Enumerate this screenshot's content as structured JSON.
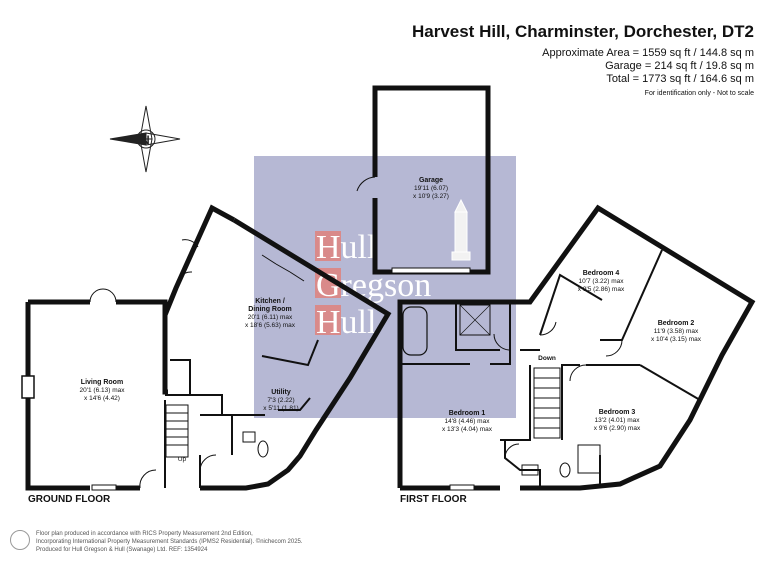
{
  "header": {
    "title": "Harvest Hill, Charminster, Dorchester, DT2",
    "area_lines": [
      "Approximate Area = 1559 sq ft / 144.8 sq m",
      "Garage = 214 sq ft / 19.8 sq m",
      "Total = 1773 sq ft / 164.6 sq m"
    ],
    "note": "For identification only - Not to scale"
  },
  "compass": {
    "letter": "N"
  },
  "watermark": {
    "brand": "Hull Gregson Hull",
    "color": "#9ea0c4"
  },
  "floors": {
    "ground": "GROUND FLOOR",
    "first": "FIRST FLOOR"
  },
  "rooms": {
    "garage": {
      "name": "Garage",
      "dims": [
        "19'11 (6.07)",
        "x 10'9 (3.27)"
      ]
    },
    "living": {
      "name": "Living Room",
      "dims": [
        "20'1 (6.13) max",
        "x 14'6 (4.42)"
      ]
    },
    "kitchen": {
      "name": "Kitchen /",
      "name2": "Dining Room",
      "dims": [
        "20'1 (6.11) max",
        "x 18'6 (5.63) max"
      ]
    },
    "utility": {
      "name": "Utility",
      "dims": [
        "7'3 (2.22)",
        "x 5'11 (1.81)"
      ]
    },
    "bedroom1": {
      "name": "Bedroom 1",
      "dims": [
        "14'8 (4.46) max",
        "x 13'3 (4.04) max"
      ]
    },
    "bedroom2": {
      "name": "Bedroom 2",
      "dims": [
        "11'9 (3.58) max",
        "x 10'4 (3.15) max"
      ]
    },
    "bedroom3": {
      "name": "Bedroom 3",
      "dims": [
        "13'2 (4.01) max",
        "x 9'6 (2.90) max"
      ]
    },
    "bedroom4": {
      "name": "Bedroom 4",
      "dims": [
        "10'7 (3.22) max",
        "x 9'5 (2.86) max"
      ]
    }
  },
  "stairs": {
    "up": "Up",
    "down": "Down"
  },
  "footer": [
    "Floor plan produced in accordance with RICS Property Measurement 2nd Edition,",
    "Incorporating International Property Measurement Standards (IPMS2 Residential).  ©nichecom 2025.",
    "Produced for Hull Gregson & Hull (Swanage) Ltd.   REF: 1354924"
  ],
  "colors": {
    "wall": "#111111",
    "accent": "#c94c4c"
  }
}
